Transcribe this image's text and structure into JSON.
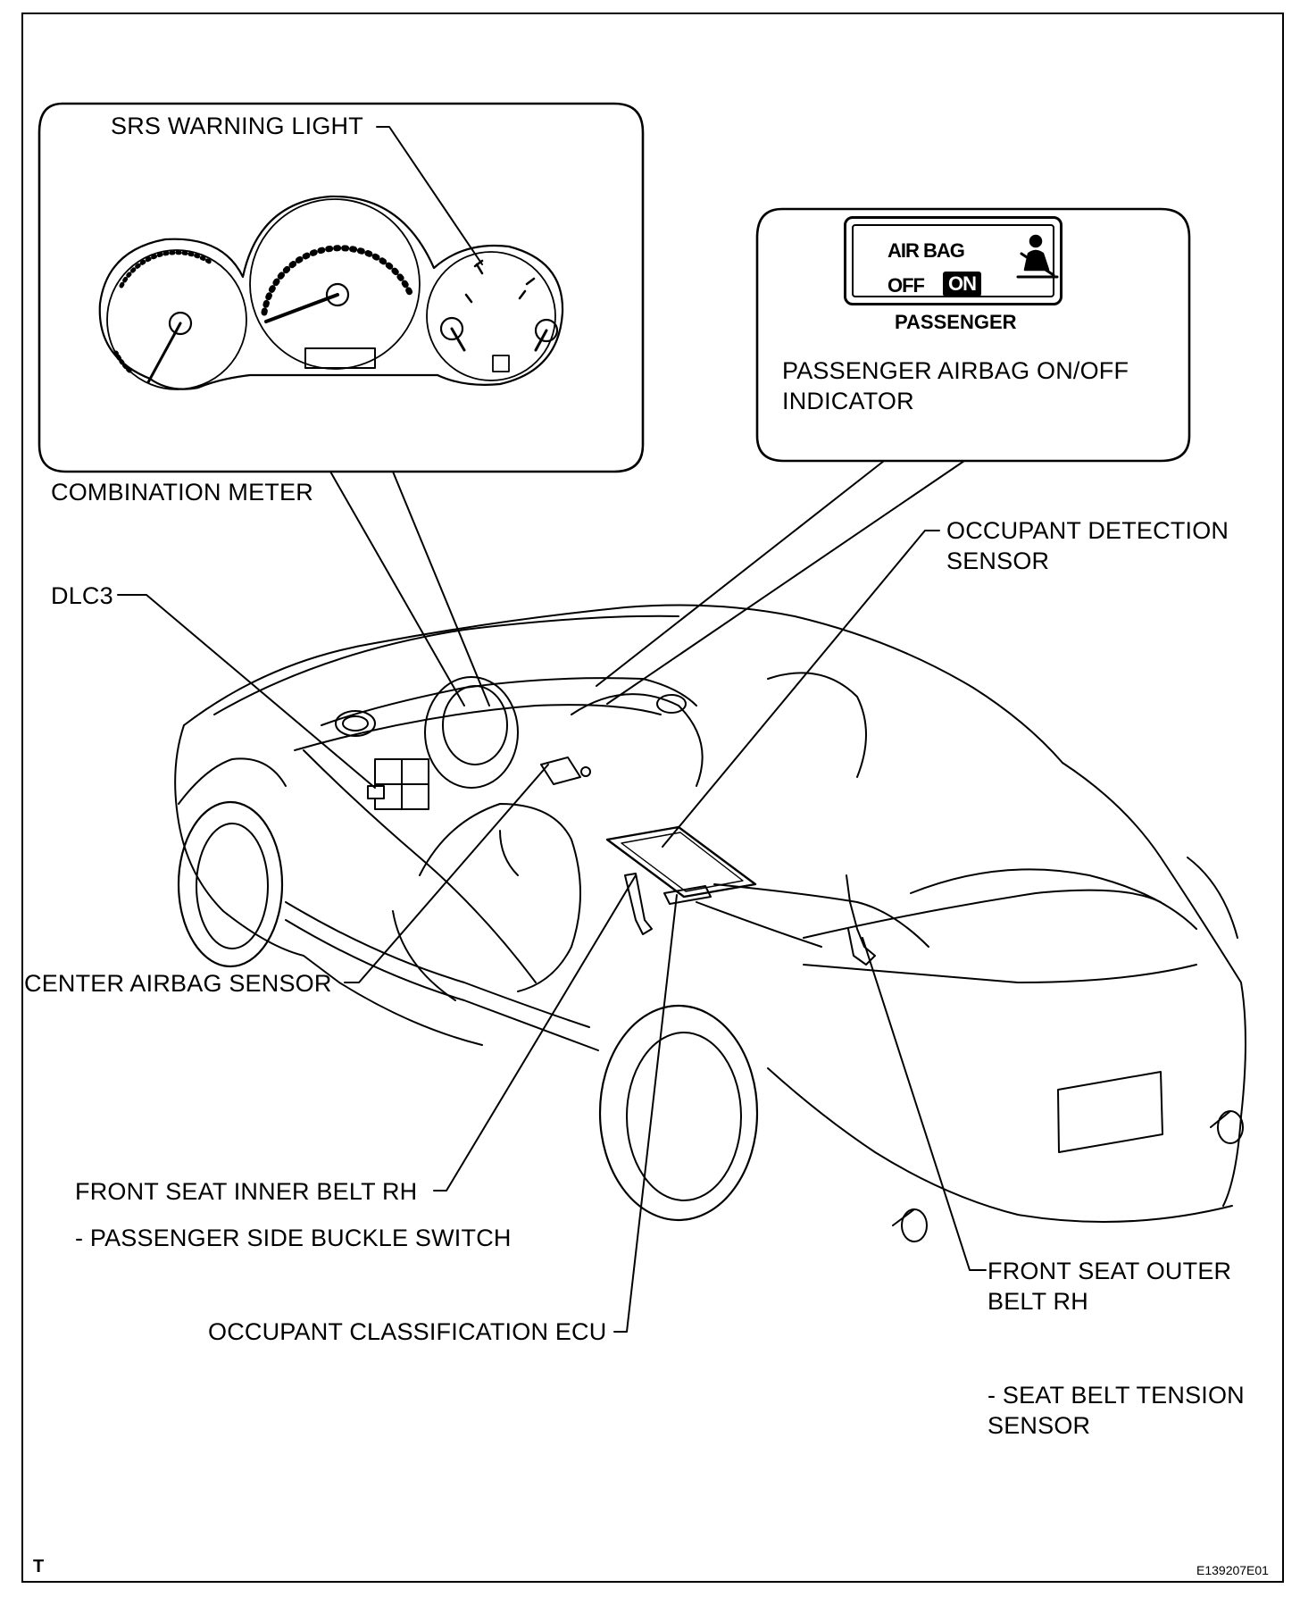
{
  "labels": {
    "srs_warning_light": "SRS WARNING LIGHT",
    "combination_meter": "COMBINATION METER",
    "dlc3": "DLC3",
    "center_airbag_sensor": "CENTER AIRBAG SENSOR",
    "front_seat_inner_belt": "FRONT SEAT INNER BELT RH",
    "passenger_buckle_switch": "- PASSENGER SIDE BUCKLE SWITCH",
    "occupant_classification_ecu": "OCCUPANT CLASSIFICATION ECU",
    "occupant_detection_sensor_1": "OCCUPANT DETECTION",
    "occupant_detection_sensor_2": "SENSOR",
    "passenger_indicator_1": "PASSENGER AIRBAG ON/OFF",
    "passenger_indicator_2": "INDICATOR",
    "front_seat_outer_belt_1": "FRONT SEAT OUTER",
    "front_seat_outer_belt_2": "BELT RH",
    "seat_belt_tension_1": "- SEAT BELT TENSION",
    "seat_belt_tension_2": "SENSOR"
  },
  "indicator": {
    "airbag": "AIR BAG",
    "off": "OFF",
    "on": "ON",
    "caption": "PASSENGER"
  },
  "footer": {
    "corner_mark": "T",
    "figure_id": "E139207E01"
  }
}
